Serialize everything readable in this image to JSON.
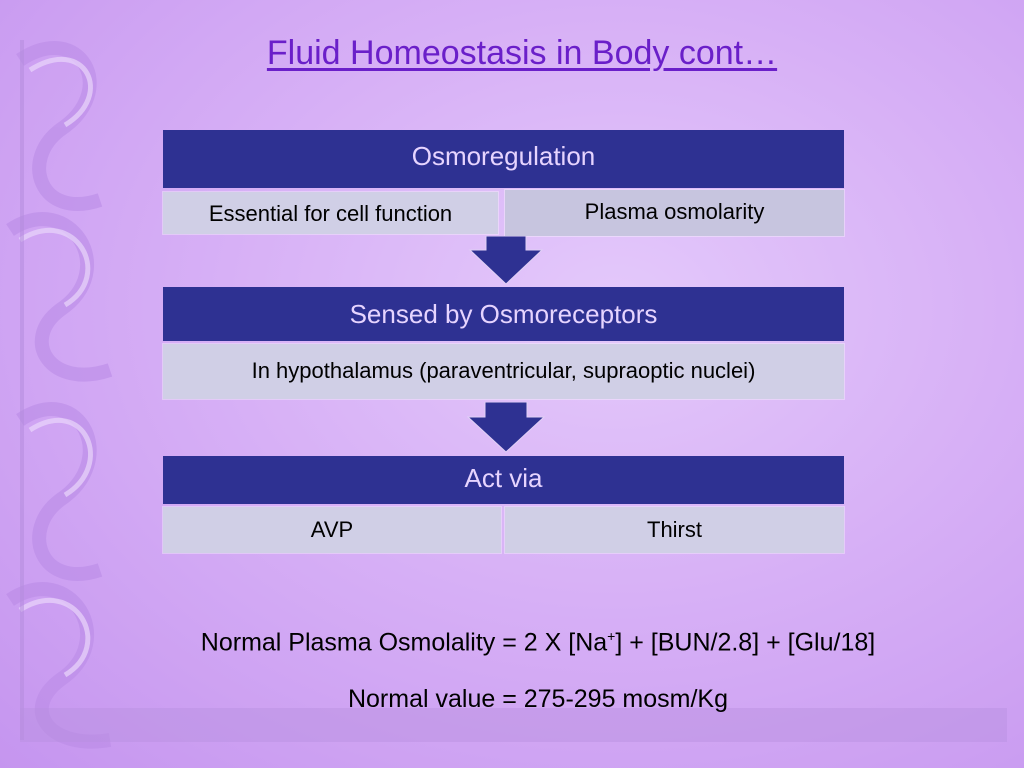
{
  "slide": {
    "title": "Fluid Homeostasis in Body cont…"
  },
  "blocks": [
    {
      "header": "Osmoregulation",
      "cells": [
        "Essential for cell function",
        "Plasma osmolarity"
      ]
    },
    {
      "header": "Sensed by Osmoreceptors",
      "cells": [
        "In hypothalamus (paraventricular, supraoptic nuclei)"
      ]
    },
    {
      "header": "Act via",
      "cells": [
        "AVP",
        "Thirst"
      ]
    }
  ],
  "formula": {
    "prefix": "Normal Plasma Osmolality = 2 X [Na",
    "sup": "+",
    "suffix": "] + [BUN/2.8] + [Glu/18]",
    "normal_value": "Normal value = 275-295 mosm/Kg"
  },
  "colors": {
    "header_bg": "#2e3192",
    "header_text": "#e6d4ff",
    "cell_bg": "#d0cfe6",
    "title": "#6a1fc9",
    "arrow": "#2e3192"
  }
}
